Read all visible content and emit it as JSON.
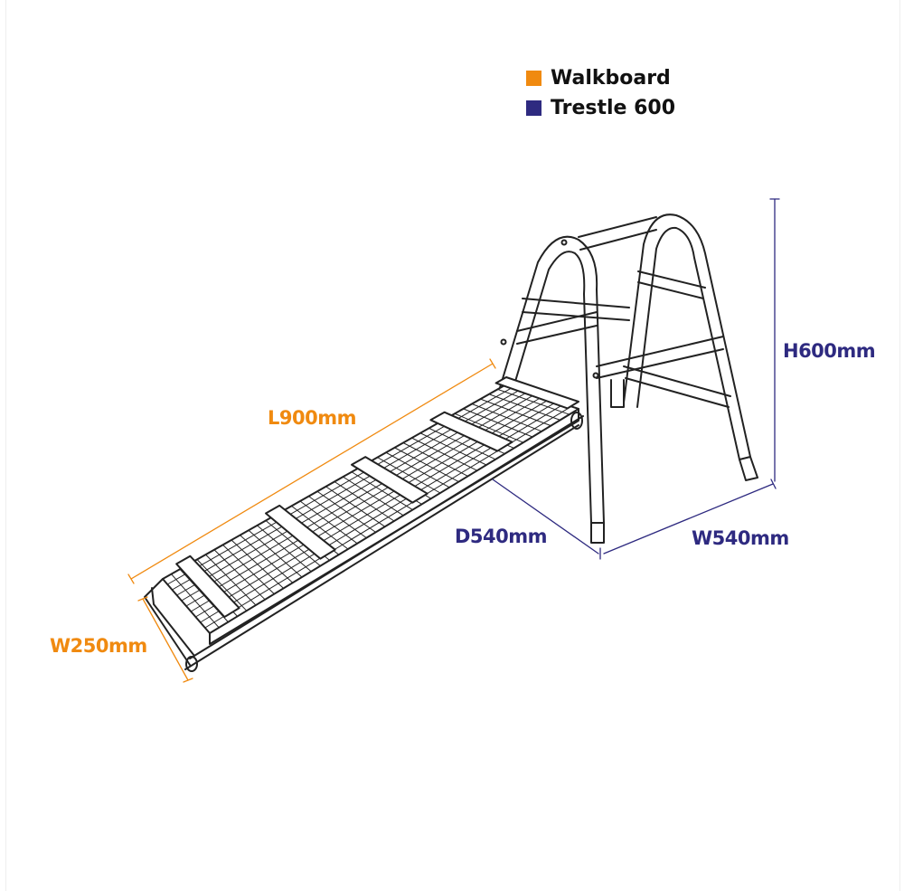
{
  "legend": [
    {
      "label": "Walkboard",
      "color": "#f08a10"
    },
    {
      "label": "Trestle 600",
      "color": "#2e2a80"
    }
  ],
  "dimensions": {
    "length": "L900mm",
    "board_width": "W250mm",
    "depth": "D540mm",
    "trestle_width": "W540mm",
    "height": "H600mm"
  }
}
